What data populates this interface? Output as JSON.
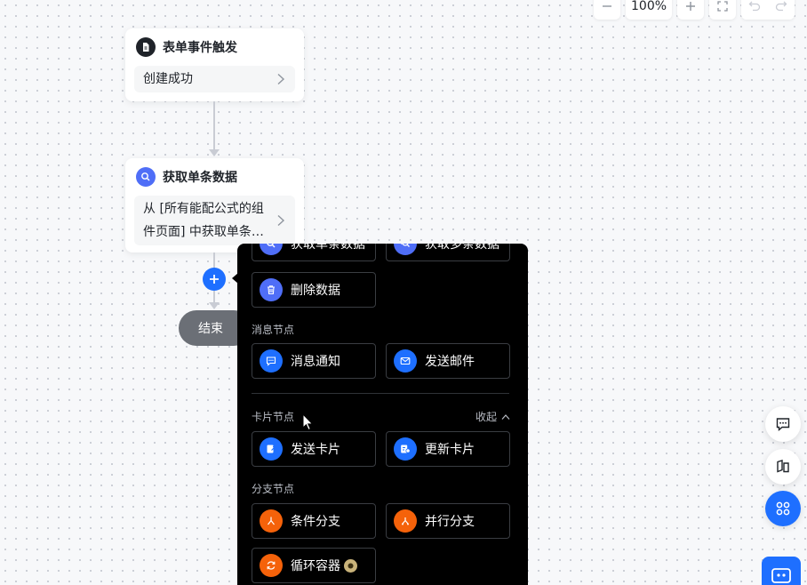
{
  "zoom": {
    "level": "100%"
  },
  "flow": {
    "trigger": {
      "title": "表单事件触发",
      "condition": "创建成功"
    },
    "fetch": {
      "title": "获取单条数据",
      "description": "从 [所有能配公式的组件页面] 中获取单条…"
    },
    "end_label": "结束"
  },
  "popup": {
    "partial_items": [
      "获取单条数据",
      "获取多条数据"
    ],
    "data_items": [
      "删除数据"
    ],
    "message_section": {
      "label": "消息节点",
      "items": [
        "消息通知",
        "发送邮件"
      ]
    },
    "card_section": {
      "label": "卡片节点",
      "collapse_label": "收起",
      "items": [
        "发送卡片",
        "更新卡片"
      ]
    },
    "branch_section": {
      "label": "分支节点",
      "items": [
        "条件分支",
        "并行分支",
        "循环容器"
      ]
    }
  },
  "colors": {
    "accent": "#1e6fff",
    "query_icon": "#4f6ef7",
    "branch_icon": "#f5620a",
    "end_node": "#6b6f76"
  }
}
